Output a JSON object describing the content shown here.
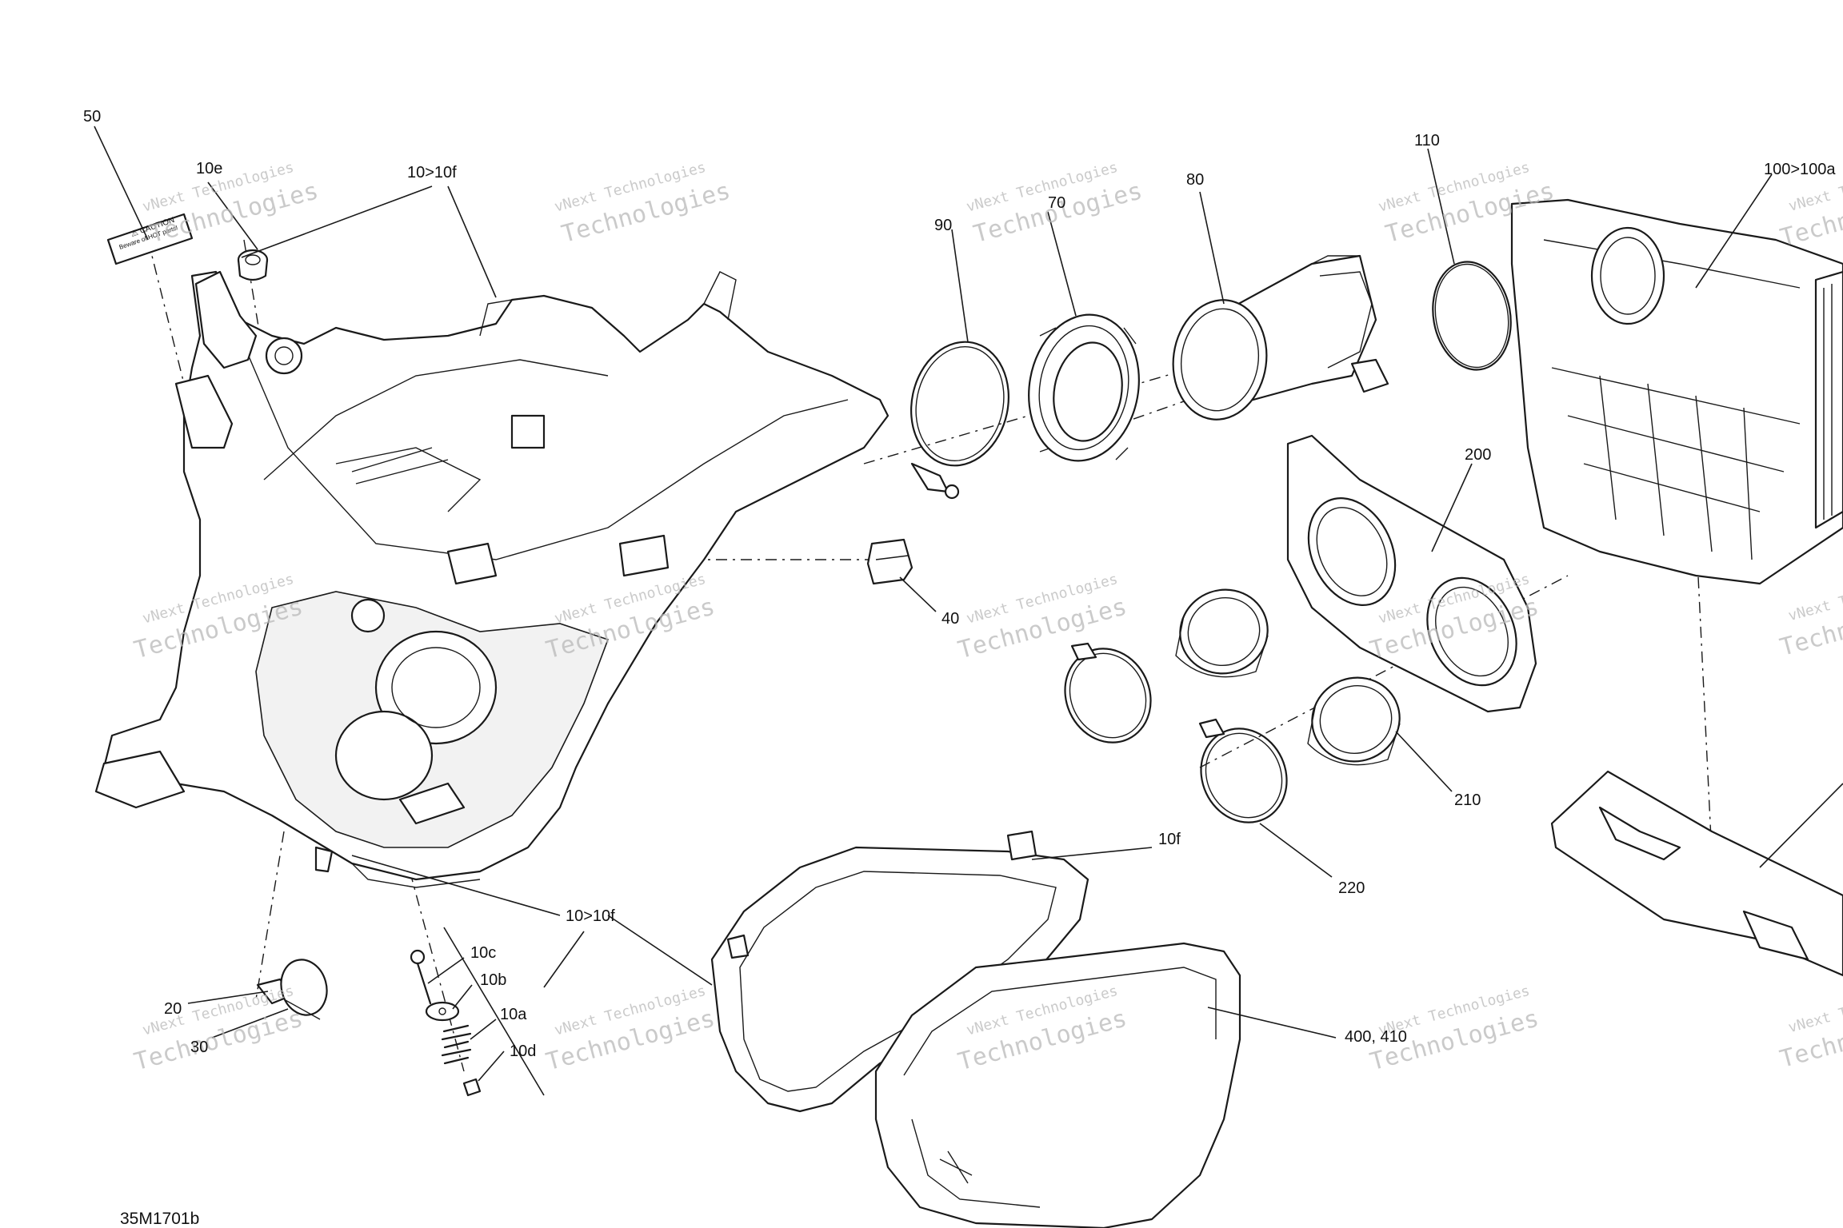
{
  "diagram": {
    "drawing_code": "35M1701b",
    "callouts": [
      "50",
      "10e",
      "10>10f",
      "90",
      "70",
      "80",
      "110",
      "100>100a",
      "200",
      "40",
      "210",
      "220",
      "10f",
      "10>10f",
      "10c",
      "10b",
      "10a",
      "10d",
      "20",
      "30",
      "400, 410"
    ],
    "label_plate": {
      "line1": "⚠ CAUTION",
      "line2": "Beware of HOT parts!"
    },
    "watermarks": [
      {
        "line1": "vNext Technologies",
        "line2": "Technologies"
      },
      {
        "line1": "vNext Technologies",
        "line2": "Technologies"
      },
      {
        "line1": "vNext Technologies",
        "line2": "Technologies"
      },
      {
        "line1": "vNext Technologies",
        "line2": "Technologies"
      },
      {
        "line1": "vNext Technologies",
        "line2": "Technologies"
      },
      {
        "line1": "vNext Technologies",
        "line2": "Technologies"
      },
      {
        "line1": "vNext Technologies",
        "line2": "Technologies"
      },
      {
        "line1": "vNext Technologies",
        "line2": "Technologies"
      },
      {
        "line1": "vNext Technologies",
        "line2": "Technologies"
      },
      {
        "line1": "vNext Technologies",
        "line2": "Technologies"
      },
      {
        "line1": "vNext Technologies",
        "line2": "Technologies"
      },
      {
        "line1": "vNext Technologies",
        "line2": "Technologies"
      },
      {
        "line1": "vNext Technologies",
        "line2": "Technologies"
      },
      {
        "line1": "vNext Technologies",
        "line2": "Technologies"
      },
      {
        "line1": "vNext Technologies",
        "line2": "Technologies"
      }
    ]
  }
}
